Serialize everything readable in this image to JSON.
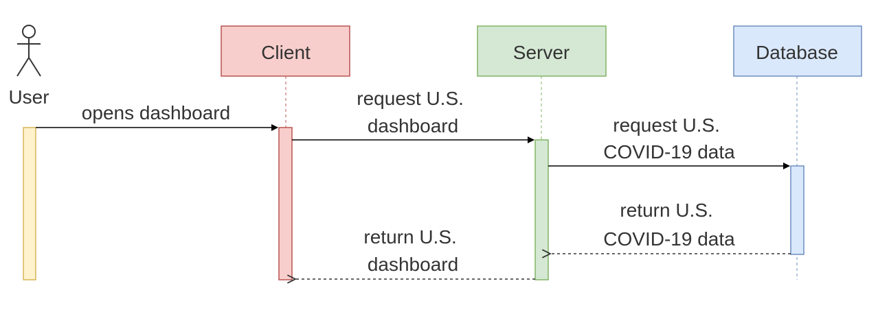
{
  "actor": {
    "label": "User"
  },
  "participants": [
    {
      "label": "Client",
      "fill": "#f8cecc",
      "stroke": "#b85450"
    },
    {
      "label": "Server",
      "fill": "#d5e8d4",
      "stroke": "#82b366"
    },
    {
      "label": "Database",
      "fill": "#dae8fc",
      "stroke": "#6c8ebf"
    }
  ],
  "activation_colors": {
    "user": {
      "fill": "#fff2cc",
      "stroke": "#d6b656"
    }
  },
  "messages": [
    {
      "text_lines": [
        "opens dashboard"
      ]
    },
    {
      "text_lines": [
        "request U.S.",
        "dashboard"
      ]
    },
    {
      "text_lines": [
        "request U.S.",
        "COVID-19 data"
      ]
    },
    {
      "text_lines": [
        "return U.S.",
        "COVID-19 data"
      ]
    },
    {
      "text_lines": [
        "return U.S.",
        "dashboard"
      ]
    }
  ]
}
